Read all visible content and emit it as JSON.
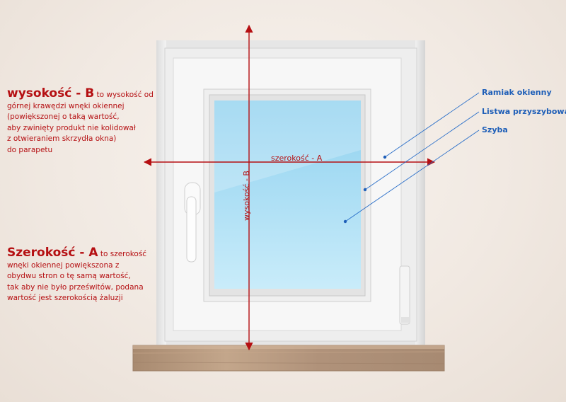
{
  "annotations": {
    "height_note": {
      "title": "wysokość - B",
      "lines": [
        "to wysokość od",
        "górnej krawędzi wnęki okiennej",
        "(powiększonej o taką wartość,",
        "aby zwinięty produkt nie kolidował",
        "z otwieraniem skrzydła okna)",
        "do parapetu"
      ]
    },
    "width_note": {
      "title": "Szerokość - A",
      "lines": [
        "to szerokość",
        "wnęki okiennej powiększona z",
        "obydwu stron o tę samą wartość,",
        "tak aby nie było prześwitów, podana",
        "wartość jest szerokością żaluzji"
      ]
    }
  },
  "callouts": {
    "frame": "Ramiak okienny",
    "bead": "Listwa przyszybowa",
    "glass": "Szyba"
  },
  "dimensions": {
    "width_label": "szerokość - A",
    "height_label": "wysokość - B"
  },
  "colors": {
    "dimension_red": "#b50f12",
    "callout_blue": "#1f5fb8",
    "glass_blue": "#a9dcf2",
    "frame_white": "#f6f6f6",
    "sill_wood": "#b89a80"
  }
}
